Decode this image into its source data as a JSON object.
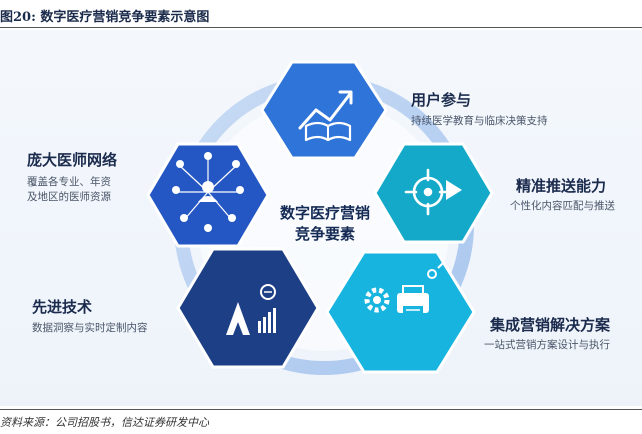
{
  "figure_title": "图20: 数字医疗营销竞争要素示意图",
  "source": "资料来源：公司招股书，信达证券研发中心",
  "center_label": [
    "数字医疗营销",
    "竞争要素"
  ],
  "elements": [
    {
      "title": "用户参与",
      "desc": [
        "持续医学教育与临床决策支持"
      ],
      "icon": "growth-chart-book-icon",
      "color": "#2f74d8"
    },
    {
      "title": "精准推送能力",
      "desc": [
        "个性化内容匹配与推送"
      ],
      "icon": "target-crosshair-icon",
      "color": "#14a8c9"
    },
    {
      "title": "集成营销解决方案",
      "desc": [
        "一站式营销方案设计与执行"
      ],
      "icon": "gears-printer-icon",
      "color": "#18b4e0"
    },
    {
      "title": "先进技术",
      "desc": [
        "数据洞察与实时定制内容"
      ],
      "icon": "data-analytics-icon",
      "color": "#1d3f86"
    },
    {
      "title": "庞大医师网络",
      "desc": [
        "覆盖各专业、年资",
        "及地区的医师资源"
      ],
      "icon": "network-people-icon",
      "color": "#2557c4"
    }
  ]
}
